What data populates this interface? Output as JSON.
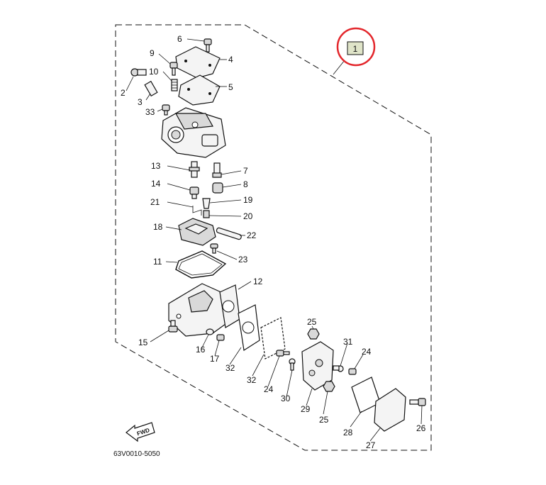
{
  "diagram": {
    "assembly_number": "1",
    "drawing_code": "63V0010-5050",
    "fwd_label": "FWD",
    "parts": [
      {
        "id": "p2",
        "label": "2"
      },
      {
        "id": "p3",
        "label": "3"
      },
      {
        "id": "p4",
        "label": "4"
      },
      {
        "id": "p5",
        "label": "5"
      },
      {
        "id": "p6",
        "label": "6"
      },
      {
        "id": "p7",
        "label": "7"
      },
      {
        "id": "p8",
        "label": "8"
      },
      {
        "id": "p9",
        "label": "9"
      },
      {
        "id": "p10",
        "label": "10"
      },
      {
        "id": "p11",
        "label": "11"
      },
      {
        "id": "p12",
        "label": "12"
      },
      {
        "id": "p13",
        "label": "13"
      },
      {
        "id": "p14",
        "label": "14"
      },
      {
        "id": "p15",
        "label": "15"
      },
      {
        "id": "p16",
        "label": "16"
      },
      {
        "id": "p17",
        "label": "17"
      },
      {
        "id": "p18",
        "label": "18"
      },
      {
        "id": "p19",
        "label": "19"
      },
      {
        "id": "p20",
        "label": "20"
      },
      {
        "id": "p21",
        "label": "21"
      },
      {
        "id": "p22",
        "label": "22"
      },
      {
        "id": "p23",
        "label": "23"
      },
      {
        "id": "p24a",
        "label": "24"
      },
      {
        "id": "p24b",
        "label": "24"
      },
      {
        "id": "p25a",
        "label": "25"
      },
      {
        "id": "p25b",
        "label": "25"
      },
      {
        "id": "p26",
        "label": "26"
      },
      {
        "id": "p27",
        "label": "27"
      },
      {
        "id": "p28",
        "label": "28"
      },
      {
        "id": "p29",
        "label": "29"
      },
      {
        "id": "p30",
        "label": "30"
      },
      {
        "id": "p31",
        "label": "31"
      },
      {
        "id": "p32a",
        "label": "32"
      },
      {
        "id": "p32b",
        "label": "32"
      },
      {
        "id": "p33",
        "label": "33"
      }
    ]
  },
  "colors": {
    "line": "#111111",
    "highlight_circle": "#e3262b",
    "callout_box": "#dfe4c8"
  }
}
